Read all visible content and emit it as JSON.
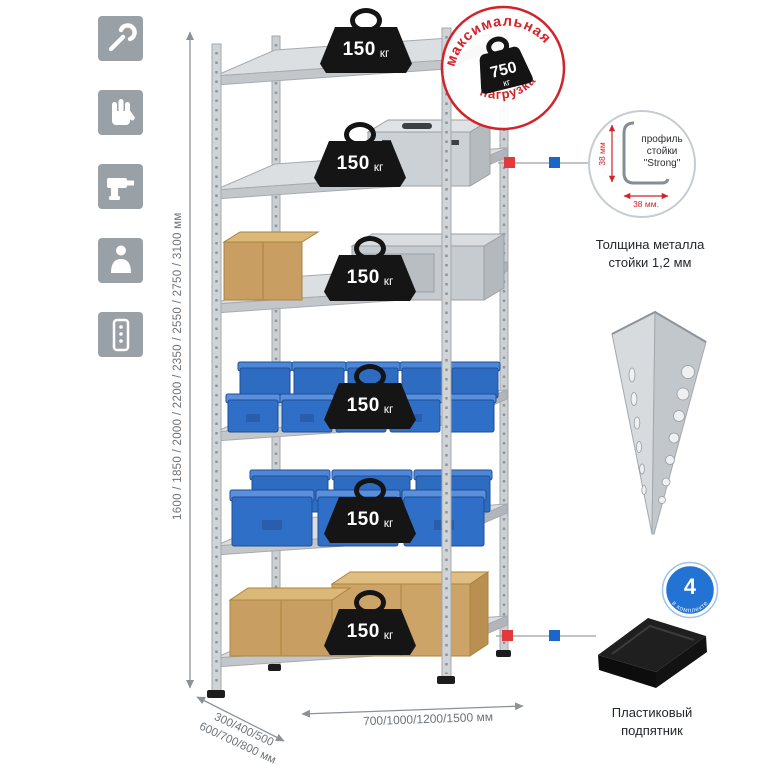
{
  "side_icons": [
    {
      "label": "wrench"
    },
    {
      "label": "gloves"
    },
    {
      "label": "drill"
    },
    {
      "label": "person"
    },
    {
      "label": "perforated-post"
    }
  ],
  "rack": {
    "shelves": [
      {
        "load": "150",
        "unit": "кг"
      },
      {
        "load": "150",
        "unit": "кг"
      },
      {
        "load": "150",
        "unit": "кг"
      },
      {
        "load": "150",
        "unit": "кг"
      },
      {
        "load": "150",
        "unit": "кг"
      },
      {
        "load": "150",
        "unit": "кг"
      }
    ]
  },
  "stamp": {
    "top": "максимальная",
    "bottom": "нагрузка",
    "value": "750",
    "unit": "кг"
  },
  "profile": {
    "line1": "профиль",
    "line2": "стойки",
    "line3": "\"Strong\"",
    "dim_v": "38 мм",
    "dim_h": "38 мм.",
    "caption1": "Толщина металла",
    "caption2": "стойки 1,2 мм"
  },
  "foot": {
    "badge_value": "4",
    "badge_text": "в комплекте",
    "caption1": "Пластиковый",
    "caption2": "подпятник"
  },
  "dimensions": {
    "height": "1600 / 1850 / 2000 / 2200 / 2350 / 2550 / 2750 / 3100 мм",
    "depth_line1": "300/400/500",
    "depth_line2": "600/700/800 мм",
    "width": "700/1000/1200/1500 мм"
  },
  "colors": {
    "accent_red": "#d2232a",
    "accent_blue": "#1b66c9",
    "bin_blue": "#2f6ec6",
    "metal_gray": "#ccd0d3"
  }
}
